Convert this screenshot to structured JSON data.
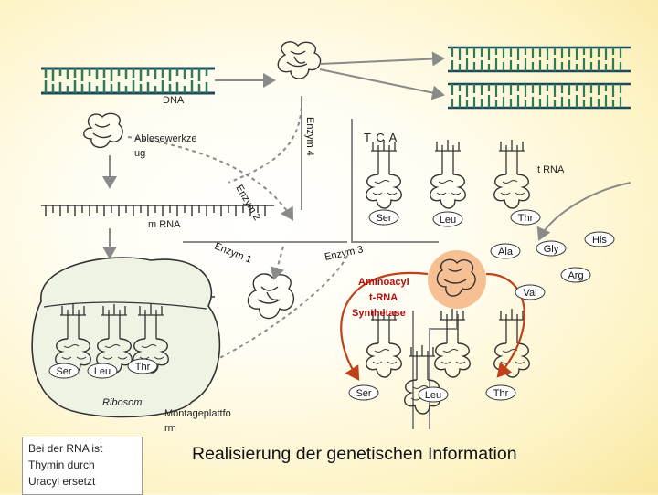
{
  "labels": {
    "dna": "DNA",
    "ablesewerkzeug_1": "Ablesewerkze",
    "ablesewerkzeug_2": "ug",
    "enzym4": "Enzym 4",
    "enzym2": "Enzym 2",
    "enzym1": "Enzym 1",
    "enzym3": "Enzym 3",
    "tca": "T C A",
    "trna": "t RNA",
    "mrna": "m RNA",
    "ribosom": "Ribosom",
    "montage_1": "Montageplattfo",
    "montage_2": "rm",
    "synthetase_1": "Aminoacyl",
    "synthetase_2": "t-RNA",
    "synthetase_3": "Synthetase",
    "note_1": "Bei der RNA ist",
    "note_2": "Thymin durch",
    "note_3": "Uracyl ersetzt",
    "title": "Realisierung der genetischen Information"
  },
  "amino_acids": {
    "top": [
      "Ser",
      "Leu",
      "Thr"
    ],
    "free": [
      "His",
      "Ala",
      "Gly",
      "Arg",
      "Val"
    ],
    "ribosome": [
      "Ser",
      "Leu",
      "Thr"
    ],
    "charged": [
      "Ser",
      "Leu",
      "Thr"
    ]
  },
  "colors": {
    "dna_strand": "#1a4a5a",
    "dna_teeth": "#2f7a5a",
    "arrow": "#8a8a8a",
    "red_arrow": "#c0401a",
    "enzyme_highlight": "#f6b98a",
    "synthetase_text": "#b01010",
    "ribosome_fill": "#eef3e4",
    "background_edge": "#f9e7a0"
  }
}
